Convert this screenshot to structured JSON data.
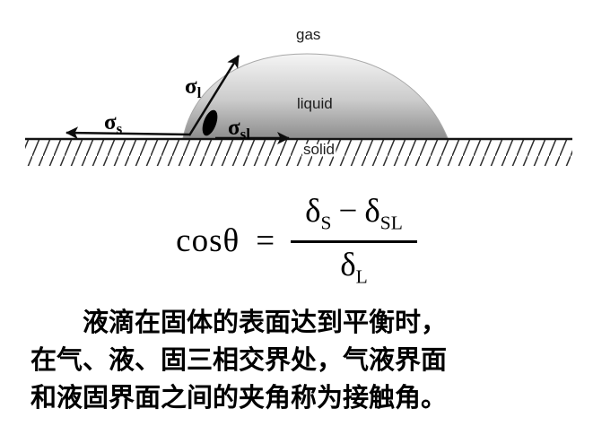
{
  "diagram": {
    "labels": {
      "gas": "gas",
      "liquid": "liquid",
      "solid": "solid"
    },
    "vectors": {
      "sigma_s": {
        "base": "σ",
        "sub": "s"
      },
      "sigma_l": {
        "base": "σ",
        "sub": "l"
      },
      "sigma_sl": {
        "base": "σ",
        "sub": "sl"
      }
    },
    "colors": {
      "droplet_top": "#f5f5f5",
      "droplet_mid": "#cbcbcb",
      "droplet_bottom": "#8e8e8e",
      "line": "#141414"
    }
  },
  "formula": {
    "lhs": "cosθ",
    "equals": "=",
    "numerator": {
      "delta1": "δ",
      "sub1": "S",
      "minus": "−",
      "delta2": "δ",
      "sub2": "SL"
    },
    "denominator": {
      "delta": "δ",
      "sub": "L"
    }
  },
  "caption": {
    "lines": [
      "液滴在固体的表面达到平衡时，",
      "在气、液、固三相交界处，气液界面",
      "和液固界面之间的夹角称为接触角。"
    ]
  }
}
